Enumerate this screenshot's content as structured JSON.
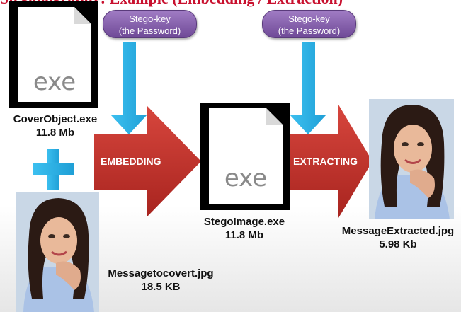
{
  "title": "Steganography: Example (Embedding / Extraction)",
  "colors": {
    "arrow_red": "#c0302a",
    "key_purple": "#7d55a6",
    "down_arrow_blue": "#29b3ea",
    "plus_blue": "#29b3ea",
    "title_red": "#c8102e"
  },
  "cover_object": {
    "icon_text": "exe",
    "filename": "CoverObject.exe",
    "size": "11.8 Mb"
  },
  "message": {
    "filename": "Messagetocovert.jpg",
    "size": "18.5 KB"
  },
  "stego_image": {
    "icon_text": "exe",
    "filename": "StegoImage.exe",
    "size": "11.8 Mb"
  },
  "extracted": {
    "filename": "MessageExtracted.jpg",
    "size": "5.98 Kb"
  },
  "stego_key_1": {
    "line1": "Stego-key",
    "line2": "(the Password)"
  },
  "stego_key_2": {
    "line1": "Stego-key",
    "line2": "(the Password)"
  },
  "process_1": "EMBEDDING",
  "process_2": "EXTRACTING",
  "icons": [
    "exe-file-icon",
    "plus-icon",
    "down-arrow-icon",
    "right-arrow-icon",
    "portrait-photo"
  ]
}
